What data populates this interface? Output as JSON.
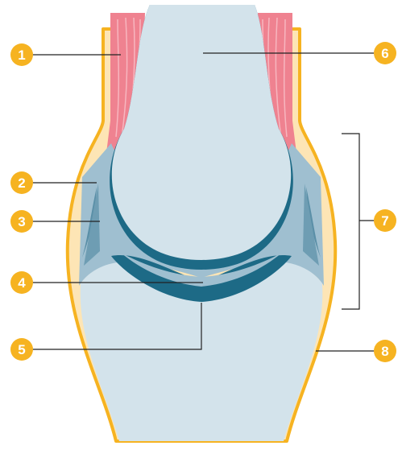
{
  "diagram": {
    "subject": "synovial-joint",
    "labels": [
      {
        "id": "1",
        "text": "1"
      },
      {
        "id": "2",
        "text": "2"
      },
      {
        "id": "3",
        "text": "3"
      },
      {
        "id": "4",
        "text": "4"
      },
      {
        "id": "5",
        "text": "5"
      },
      {
        "id": "6",
        "text": "6"
      },
      {
        "id": "7",
        "text": "7"
      },
      {
        "id": "8",
        "text": "8"
      }
    ],
    "colors": {
      "bone": "#d3e3eb",
      "capsule_outer": "#f6b321",
      "capsule_inner": "#fde5b5",
      "muscle": "#ef8290",
      "membrane": "#9fbfd0",
      "cartilage": "#1d6a86",
      "label_circle": "#f6b321"
    }
  }
}
